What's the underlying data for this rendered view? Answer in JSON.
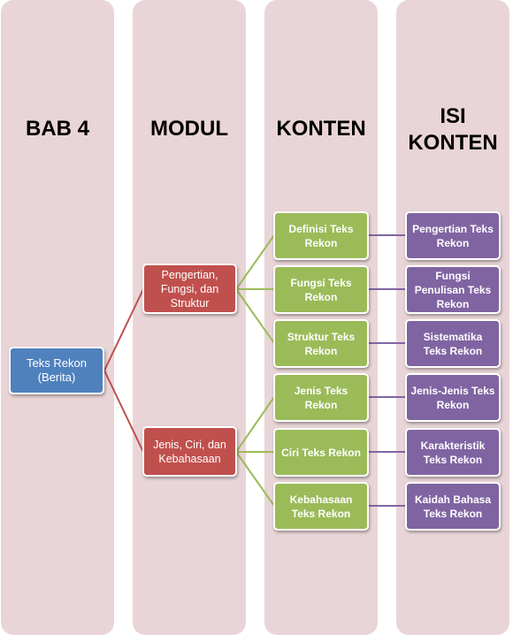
{
  "columns": {
    "bab": "BAB 4",
    "modul": "MODUL",
    "konten": "KONTEN",
    "isi_line1": "ISI",
    "isi_line2": "KONTEN"
  },
  "root": "Teks Rekon (Berita)",
  "modules": [
    "Pengertian, Fungsi, dan Struktur",
    "Jenis, Ciri, dan Kebahasaan"
  ],
  "contents": [
    "Definisi Teks Rekon",
    "Fungsi Teks Rekon",
    "Struktur Teks Rekon",
    "Jenis Teks Rekon",
    "Ciri Teks Rekon",
    "Kebahasaan Teks Rekon"
  ],
  "details": [
    "Pengertian Teks Rekon",
    "Fungsi Penulisan Teks Rekon",
    "Sistematika Teks Rekon",
    "Jenis-Jenis Teks Rekon",
    "Karakteristik Teks Rekon",
    "Kaidah Bahasa Teks Rekon"
  ],
  "colors": {
    "column_bg": "#e9d5d7",
    "root": "#4f81bd",
    "module": "#c0504d",
    "content": "#9bbb59",
    "detail": "#8064a2"
  }
}
